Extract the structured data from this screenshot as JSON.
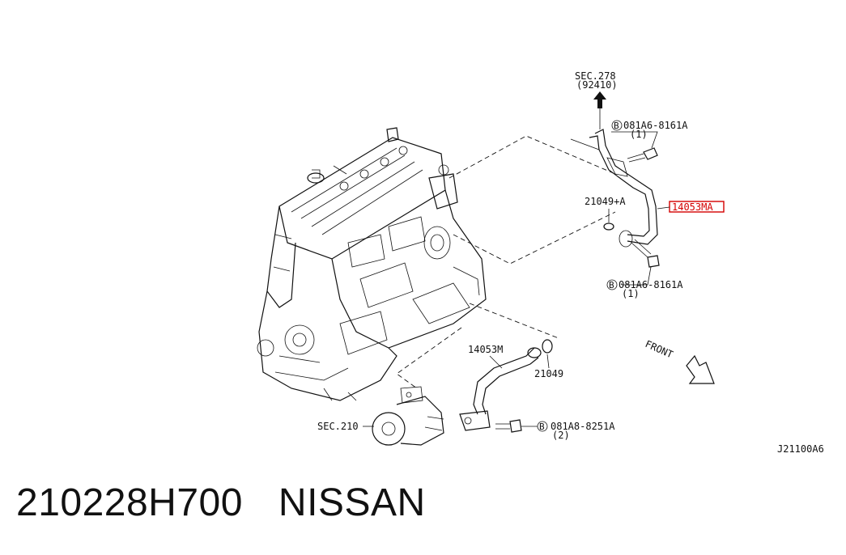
{
  "caption": {
    "part_number": "210228H700",
    "brand": "NISSAN"
  },
  "diagram": {
    "labels": {
      "sec278": "SEC.278",
      "sec278_ref": "(92410)",
      "bolt_top": "081A6-8161A",
      "bolt_top_qty": "(1)",
      "gasket_a": "21049+A",
      "hose_upper": "14053MA",
      "bolt_mid": "081A6-8161A",
      "bolt_mid_qty": "(1)",
      "front": "FRONT",
      "hose_lower": "14053M",
      "gasket_b": "21049",
      "sec210": "SEC.210",
      "bolt_low": "081A8-8251A",
      "bolt_low_qty": "(2)",
      "drawing_id": "J21100A6"
    },
    "circle_b": "B"
  }
}
